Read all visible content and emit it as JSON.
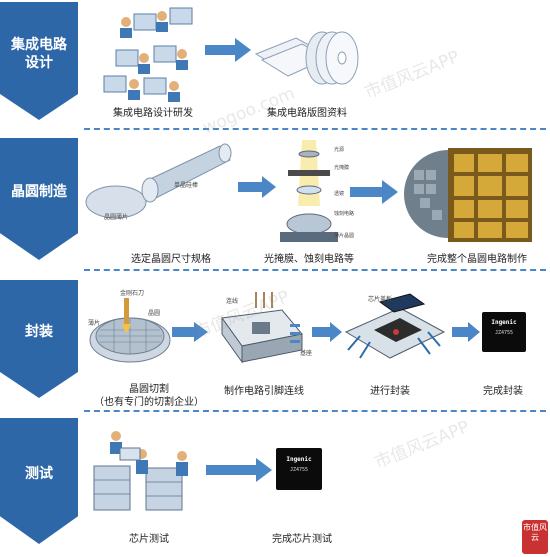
{
  "stages": [
    {
      "label": "集成电路\n设计"
    },
    {
      "label": "晶圆制造"
    },
    {
      "label": "封装"
    },
    {
      "label": "测试"
    }
  ],
  "captions": {
    "design_dev": "集成电路设计研发",
    "layout_data": "集成电路版图资料",
    "select_size": "选定晶圆尺寸规格",
    "litho": "光掩膜、蚀刻电路等",
    "full_wafer": "完成整个晶圆电路制作",
    "dicing_1": "晶圆切割",
    "dicing_2": "（也有专门的切割企业）",
    "bonding": "制作电路引脚连线",
    "packaging": "进行封装",
    "pkg_done": "完成封装",
    "chip_test": "芯片测试",
    "test_done": "完成芯片测试"
  },
  "small_labels": {
    "wafer_slice": "晶圆薄片",
    "ingot": "单晶硅棒",
    "light": "光源",
    "mask": "光掩膜",
    "lens": "透镜",
    "etch": "蚀刻电路",
    "thin_film": "薄片晶圆",
    "diamond_saw": "金刚石刀",
    "wafer": "晶圆",
    "blade": "薄片",
    "wire": "连线",
    "substrate": "基座",
    "chip_cap": "芯片盖板"
  },
  "chips": [
    {
      "brand": "Ingenic",
      "model": "JZ4755"
    },
    {
      "brand": "Ingenic",
      "model": "JZ4755"
    }
  ],
  "watermark": "市值风云APP",
  "watermark_site": "wogoo.com",
  "badge": "市值风云",
  "colors": {
    "stage_blue": "#2e67a8",
    "arrow_blue": "#4b86c7",
    "separator": "#4b86c7"
  }
}
